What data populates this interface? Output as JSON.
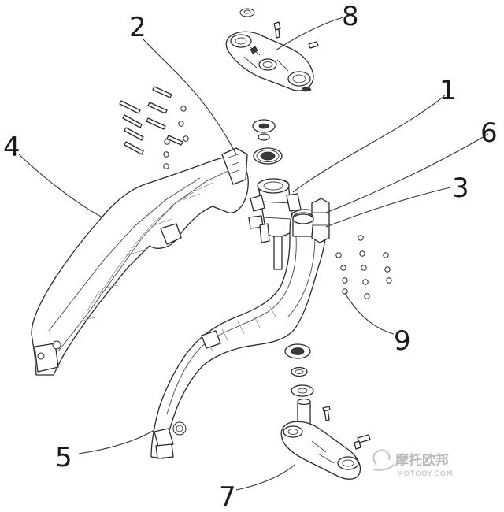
{
  "figure": {
    "callouts": [
      "1",
      "2",
      "3",
      "4",
      "5",
      "6",
      "7",
      "8",
      "9"
    ]
  },
  "watermark": {
    "text": "摩托欧邦",
    "sub": "MOTOOY.COM"
  }
}
